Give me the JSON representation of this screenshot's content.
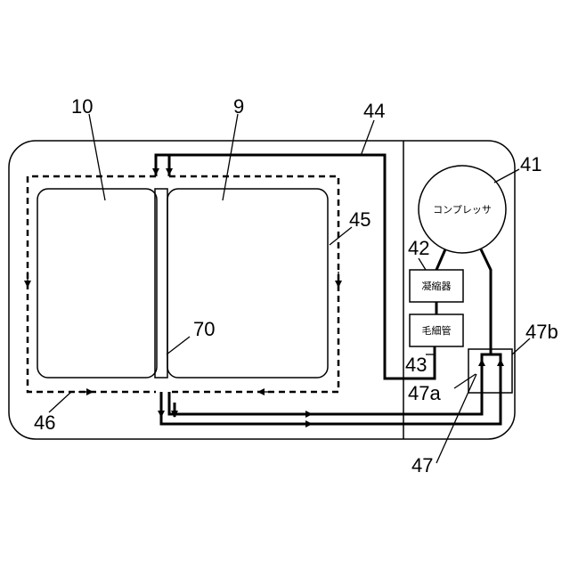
{
  "labels": {
    "ref_10": "10",
    "ref_9": "9",
    "ref_44": "44",
    "ref_41": "41",
    "ref_45": "45",
    "ref_42": "42",
    "ref_70": "70",
    "ref_43": "43",
    "ref_47b": "47b",
    "ref_47a": "47a",
    "ref_46": "46",
    "ref_47": "47"
  },
  "components": {
    "compressor": "コンプレッサ",
    "condenser": "凝縮器",
    "capillary": "毛細管"
  }
}
